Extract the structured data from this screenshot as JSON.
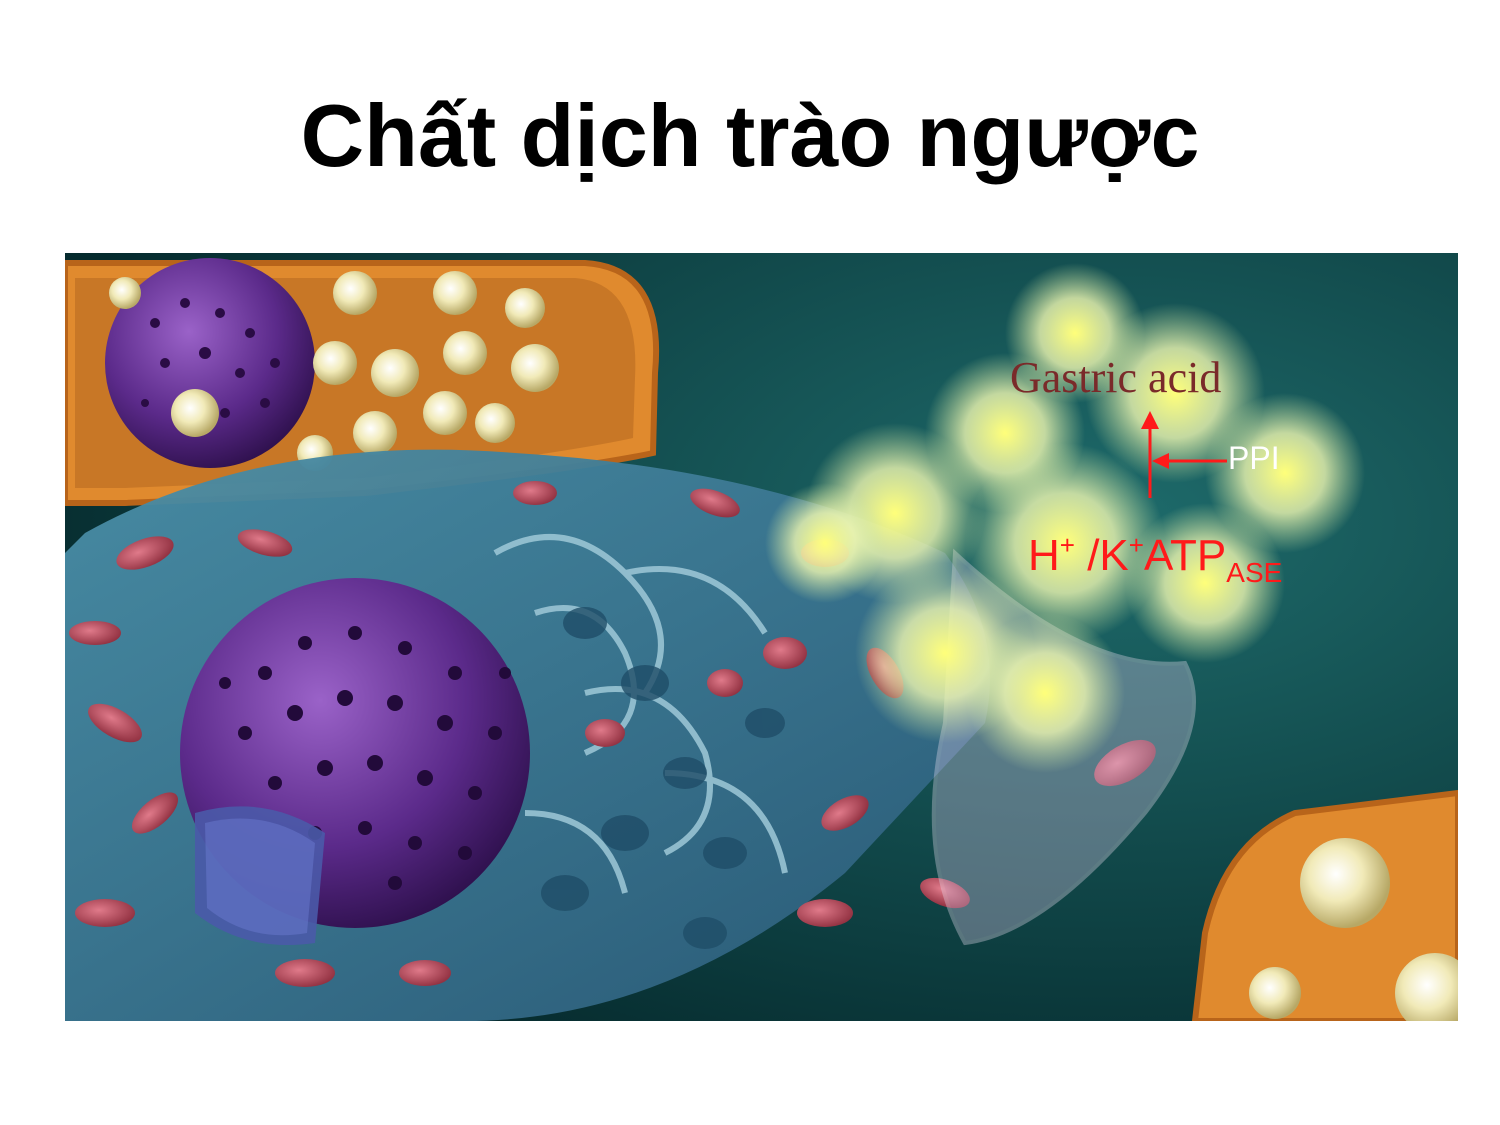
{
  "slide": {
    "title": "Chất dịch trào ngược"
  },
  "figure": {
    "gastric_acid_label": "Gastric acid",
    "ppi_label": "PPI",
    "pump": {
      "h": "H",
      "plus1": "+",
      "slash_k": " /K",
      "plus2": "+",
      "atp": "ATP",
      "sub": "ASE"
    },
    "colors": {
      "annotation": "#ff1a1a",
      "background": "#0d4a4a",
      "nucleus": "#5b2a8a",
      "cell_wall": "#d9822b",
      "acid_glow": "#f4f7a0"
    }
  }
}
